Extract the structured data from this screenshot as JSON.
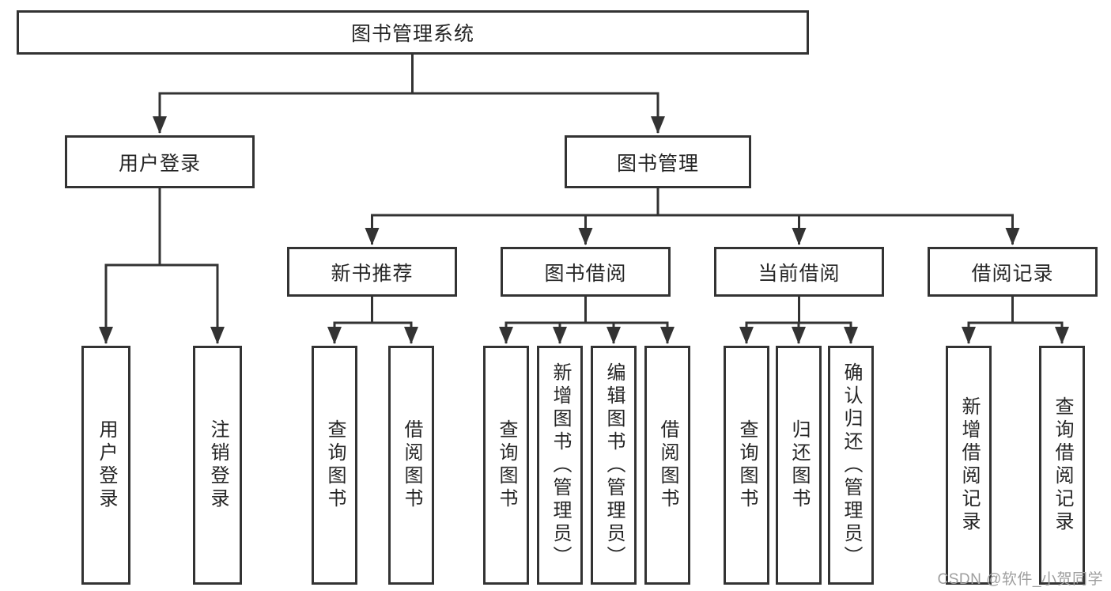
{
  "tree": {
    "root": "图书管理系统",
    "branches": [
      {
        "label": "用户登录",
        "children": [
          "用户登录",
          "注销登录"
        ]
      },
      {
        "label": "图书管理",
        "sections": [
          {
            "label": "新书推荐",
            "children": [
              "查询图书",
              "借阅图书"
            ]
          },
          {
            "label": "图书借阅",
            "children": [
              "查询图书",
              "新增图书（管理员）",
              "编辑图书（管理员）",
              "借阅图书"
            ]
          },
          {
            "label": "当前借阅",
            "children": [
              "查询图书",
              "归还图书",
              "确认归还（管理员）"
            ]
          },
          {
            "label": "借阅记录",
            "children": [
              "新增借阅记录",
              "查询借阅记录"
            ]
          }
        ]
      }
    ]
  },
  "watermark": {
    "text": "CSDN @软件_小贺同学"
  },
  "colors": {
    "line": "#333333",
    "text": "#252525",
    "background": "#ffffff",
    "watermark": "#9e9e9e"
  }
}
